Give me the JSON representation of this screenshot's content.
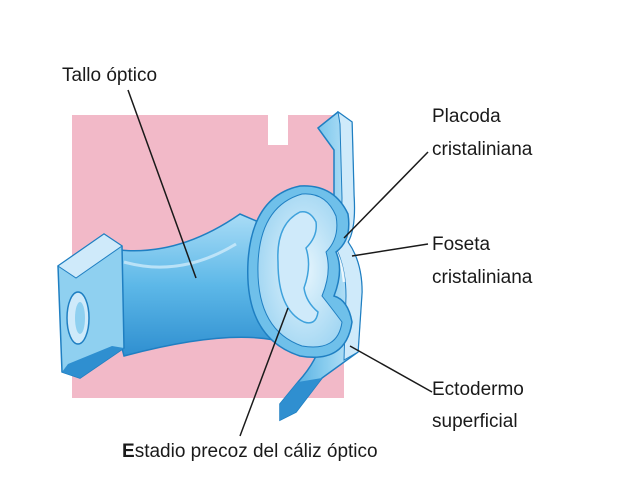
{
  "labels": {
    "stalk": "Tallo óptico",
    "placode_line1": "Placoda",
    "placode_line2": "cristaliniana",
    "pit_line1": "Foseta",
    "pit_line2": "cristaliniana",
    "ectoderm_line1": "Ectodermo",
    "ectoderm_line2": "superficial",
    "caption": "Estadio precoz del cáliz óptico"
  },
  "colors": {
    "background_panel": "#f2b9c8",
    "tissue_light": "#cfeafa",
    "tissue_mid": "#8fd0f0",
    "tissue_dark": "#3fa2dc",
    "tissue_edge": "#1f7fc2",
    "leader_line": "#1a1a1a",
    "text": "#1a1a1a"
  }
}
